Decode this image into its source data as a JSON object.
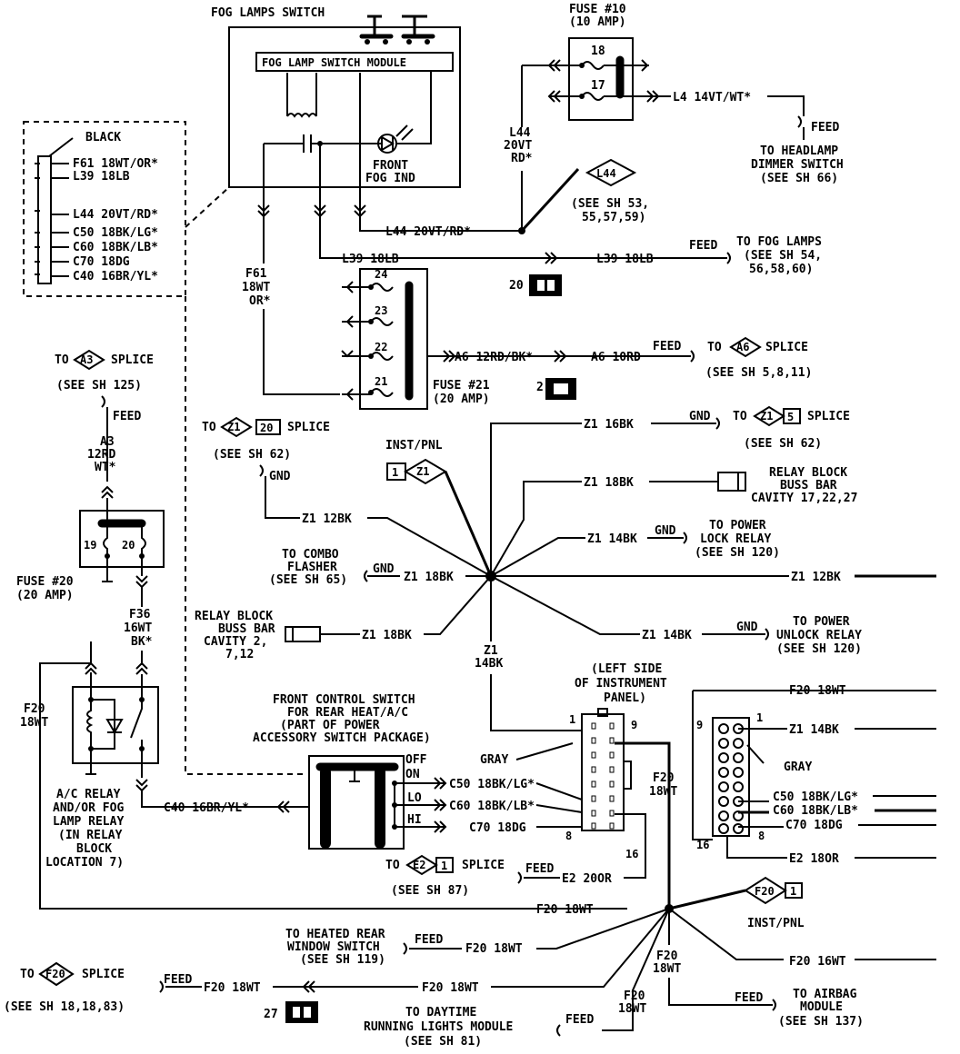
{
  "labels": {
    "fog_switch_title": "FOG LAMPS SWITCH",
    "fog_module": "FOG LAMP SWITCH MODULE",
    "front_fog_ind_1": "FRONT",
    "front_fog_ind_2": "FOG IND",
    "fuse10_1": "FUSE #10",
    "fuse10_2": "(10 AMP)",
    "f18": "18",
    "f17": "17",
    "l4_wire": "L4 14VT/WT*",
    "feed_hd": "FEED",
    "to_headlamp_1": "TO HEADLAMP",
    "to_headlamp_2": "DIMMER SWITCH",
    "to_headlamp_3": "(SEE SH 66)",
    "l44_v1": "L44",
    "l44_v2": "20VT",
    "l44_v3": "RD*",
    "l44_diamond": "L44",
    "see_sh53_1": "(SEE SH 53,",
    "see_sh53_2": "55,57,59)",
    "l44_wire": "L44 20VT/RD*",
    "l39_left": "L39 18LB",
    "l39_right": "L39 18LB",
    "feed_fog": "FEED",
    "to_fog_1": "TO FOG LAMPS",
    "to_fog_2": "(SEE SH 54,",
    "to_fog_3": "56,58,60)",
    "conn20": "20",
    "black": "BLACK",
    "c_f61": "F61 18WT/OR*",
    "c_l39": "L39 18LB",
    "c_l44": "L44 20VT/RD*",
    "c_c50": "C50 18BK/LG*",
    "c_c60": "C60 18BK/LB*",
    "c_c70": "C70 18DG",
    "c_c40": "C40 16BR/YL*",
    "f61_1": "F61",
    "f61_2": "18WT",
    "f61_3": "OR*",
    "p24": "24",
    "p23": "23",
    "p22": "22",
    "p21": "21",
    "a6_wire1": "A6 12RD/BK*",
    "a6_wire2": "A6 10RD",
    "feed_a6": "FEED",
    "to_a6": "TO",
    "a6_diamond": "A6",
    "a6_splice": "SPLICE",
    "see_sh5": "(SEE SH 5,8,11)",
    "fuse21_1": "FUSE #21",
    "fuse21_2": "(20 AMP)",
    "conn2": "2",
    "to_a3": "TO",
    "a3_diamond": "A3",
    "a3_splice": "SPLICE",
    "see_sh125": "(SEE SH 125)",
    "feed_a3": "FEED",
    "a3_1": "A3",
    "a3_2": "12RD",
    "a3_3": "WT*",
    "fuse20_19": "19",
    "fuse20_20": "20",
    "fuse20_1": "FUSE #20",
    "fuse20_2": "(20 AMP)",
    "f36_1": "F36",
    "f36_2": "16WT",
    "f36_3": "BK*",
    "f20_left_1": "F20",
    "f20_left_2": "18WT",
    "ac_relay_1": "A/C RELAY",
    "ac_relay_2": "AND/OR FOG",
    "ac_relay_3": "LAMP RELAY",
    "ac_relay_4": "(IN RELAY",
    "ac_relay_5": "BLOCK",
    "ac_relay_6": "LOCATION 7)",
    "c40_wire": "C40 16BR/YL*",
    "to_z1_20": "TO",
    "z1_d1": "Z1",
    "z1_d1b": "20",
    "z1_splice1": "SPLICE",
    "see_sh62a": "(SEE SH 62)",
    "gnd_a": "GND",
    "z1_12bk_a": "Z1 12BK",
    "inst_pnl_1": "INST/PNL",
    "inst_conn_1": "1",
    "inst_z1": "Z1",
    "z1_16bk_top": "Z1 16BK",
    "gnd_top": "GND",
    "to_z1_5": "TO",
    "z1_d2": "Z1",
    "z1_d2b": "5",
    "z1_splice2": "SPLICE",
    "see_sh62b": "(SEE SH 62)",
    "z1_18bk_relay": "Z1 18BK",
    "relay_buss_1": "RELAY BLOCK",
    "relay_buss_2": "BUSS BAR",
    "relay_buss_3": "CAVITY 17,22,27",
    "z1_14bk_lock": "Z1 14BK",
    "gnd_lock": "GND",
    "to_lock_1": "TO POWER",
    "to_lock_2": "LOCK RELAY",
    "to_lock_3": "(SEE SH 120)",
    "to_combo_1": "TO COMBO",
    "to_combo_2": "FLASHER",
    "to_combo_3": "(SEE SH 65)",
    "gnd_combo": "GND",
    "z1_18bk_combo": "Z1 18BK",
    "z1_12bk_right": "Z1 12BK",
    "relay_buss_b1": "RELAY BLOCK",
    "relay_buss_b2": "BUSS BAR",
    "relay_buss_b3": "CAVITY 2,",
    "relay_buss_b4": "7,12",
    "z1_18bk_b": "Z1 18BK",
    "z1_14bk_unlock": "Z1 14BK",
    "gnd_unlock": "GND",
    "to_unlock_1": "TO POWER",
    "to_unlock_2": "UNLOCK RELAY",
    "to_unlock_3": "(SEE SH 120)",
    "z1_v1": "Z1",
    "z1_v2": "14BK",
    "left_side_1": "(LEFT SIDE",
    "left_side_2": "OF INSTRUMENT",
    "left_side_3": "PANEL)",
    "front_ctrl_1": "FRONT CONTROL SWITCH",
    "front_ctrl_2": "FOR REAR HEAT/A/C",
    "front_ctrl_3": "(PART OF POWER",
    "front_ctrl_4": "ACCESSORY SWITCH PACKAGE)",
    "off": "OFF",
    "on": "ON",
    "lo": "LO",
    "hi": "HI",
    "c50_wire": "C50 18BK/LG*",
    "c60_wire": "C60 18BK/LB*",
    "c70_wire": "C70 18DG",
    "gray_left": "GRAY",
    "pin1": "1",
    "pin9": "9",
    "pin8": "8",
    "pin16": "16",
    "f20_mid_1": "F20",
    "f20_mid_2": "18WT",
    "f20_right_top": "F20 18WT",
    "rc_pin9": "9",
    "rc_pin1": "1",
    "rc_z1": "Z1 14BK",
    "gray_right": "GRAY",
    "rc_c50": "C50 18BK/LG*",
    "rc_c60": "C60 18BK/LB*",
    "rc_c70": "C70 18DG",
    "rc_pin16": "16",
    "rc_pin8": "8",
    "e2_right": "E2 18OR",
    "to_e2": "TO",
    "e2_d": "E2",
    "e2_db": "1",
    "e2_splice": "SPLICE",
    "see_sh87": "(SEE SH 87)",
    "feed_e2": "FEED",
    "e2_wire": "E2 20OR",
    "f20_mid_wire": "F20 18WT",
    "f20_d": "F20",
    "f20_db": "1",
    "inst_pnl_2": "INST/PNL",
    "to_heated_1": "TO HEATED REAR",
    "to_heated_2": "WINDOW SWITCH",
    "to_heated_3": "(SEE SH 119)",
    "feed_heated": "FEED",
    "f20_heated": "F20 18WT",
    "f20_right_bot": "F20 16WT",
    "to_f20": "TO",
    "f20_d2": "F20",
    "f20_splice": "SPLICE",
    "see_sh18": "(SEE SH 18,18,83)",
    "feed_f20": "FEED",
    "f20_bl": "F20 18WT",
    "f20_bm": "F20 18WT",
    "conn27": "27",
    "f20_down_1": "F20",
    "f20_down_2": "18WT",
    "f20_down2_1": "F20",
    "f20_down2_2": "18WT",
    "feed_airbag": "FEED",
    "to_airbag_1": "TO AIRBAG",
    "to_airbag_2": "MODULE",
    "to_airbag_3": "(SEE SH 137)",
    "to_drl_1": "TO DAYTIME",
    "to_drl_2": "RUNNING LIGHTS MODULE",
    "to_drl_3": "(SEE SH 81)",
    "feed_drl": "FEED"
  }
}
